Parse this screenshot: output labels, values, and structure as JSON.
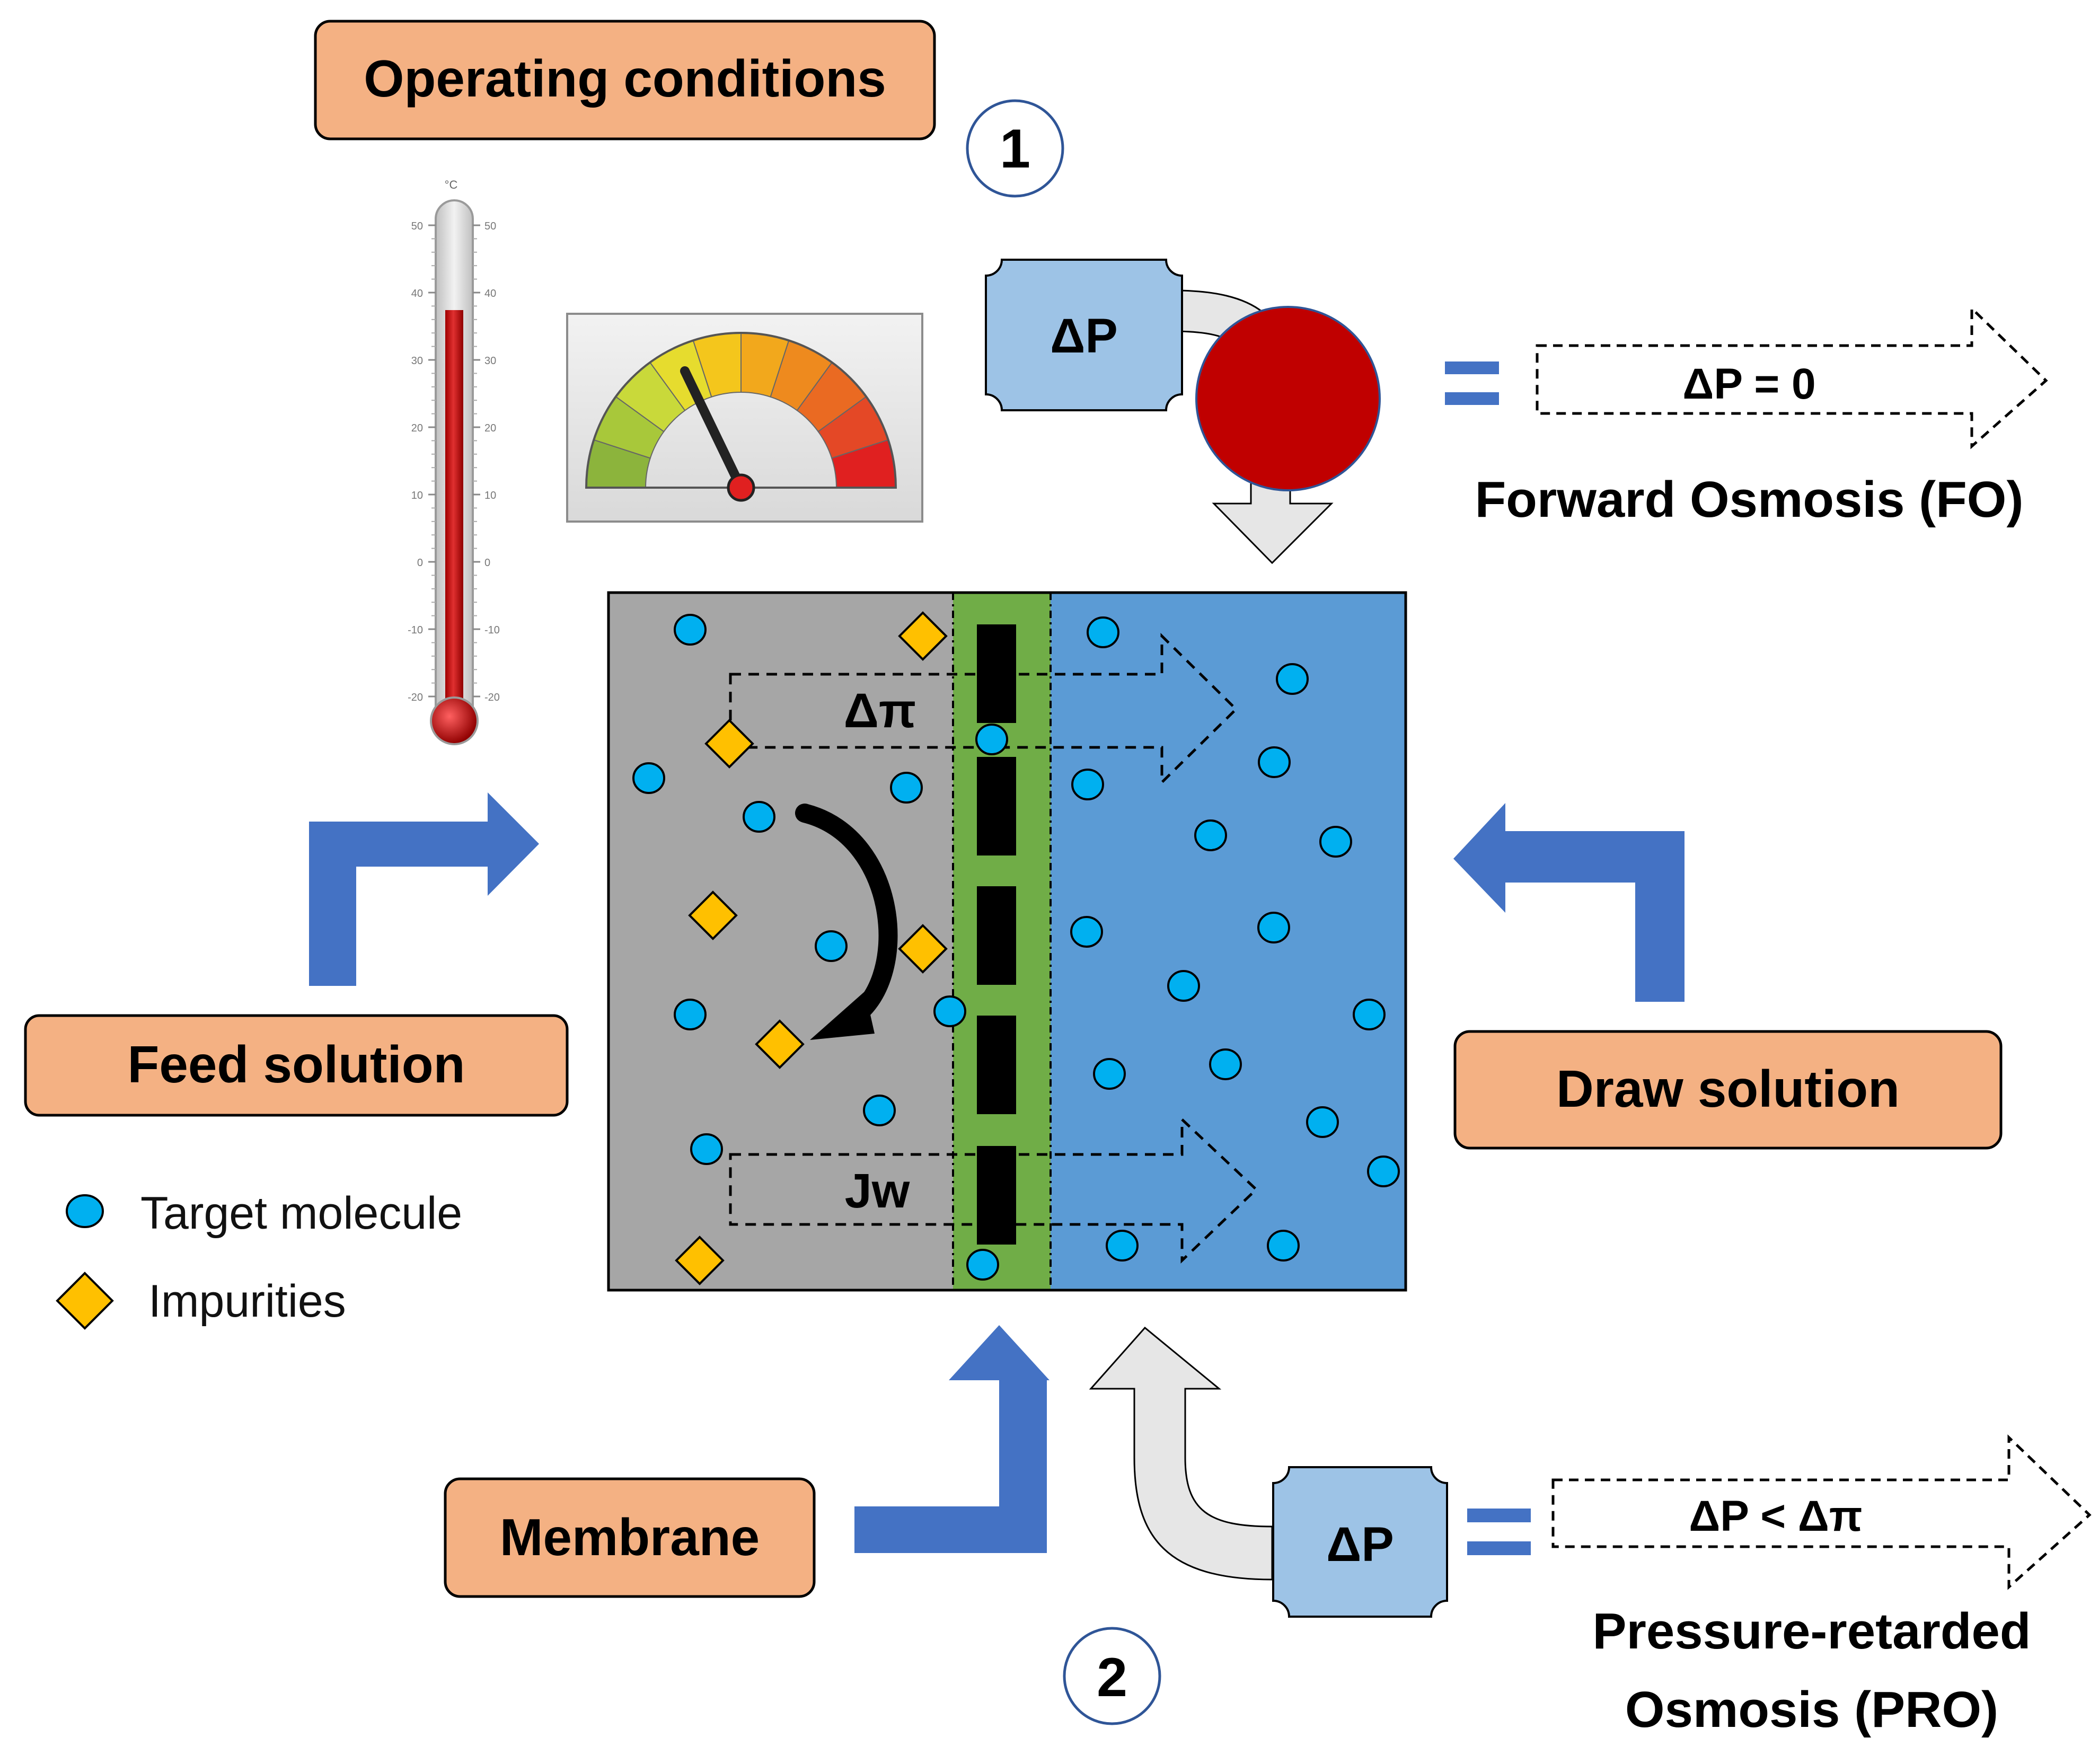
{
  "labels": {
    "operating_conditions": "Operating conditions",
    "feed_solution": "Feed solution",
    "draw_solution": "Draw solution",
    "membrane": "Membrane",
    "step1": "1",
    "step2": "2",
    "delta_p_top": "ΔP",
    "delta_p_bottom": "ΔP",
    "delta_pi": "Δπ",
    "jw": "Jw",
    "fo_condition": "ΔP = 0",
    "pro_condition": "ΔP < Δπ",
    "fo_name": "Forward Osmosis (FO)",
    "pro_name_line1": "Pressure-retarded",
    "pro_name_line2": "Osmosis (PRO)"
  },
  "legend": {
    "target_molecule": "Target molecule",
    "impurities": "Impurities"
  },
  "thermometer": {
    "unit": "°C",
    "ticks": [
      "50",
      "40",
      "30",
      "20",
      "10",
      "0",
      "-10",
      "-20"
    ],
    "level_celsius": 36
  },
  "colors": {
    "label_box_fill": "#F4B183",
    "feed_side": "#A6A6A6",
    "draw_side": "#5B9BD5",
    "membrane": "#70AD47",
    "arrow_blue": "#4472C4",
    "target_molecule": "#00B0F0",
    "impurity": "#FFC000",
    "pressure_box": "#9DC3E6",
    "no_sign": "#C00000"
  }
}
